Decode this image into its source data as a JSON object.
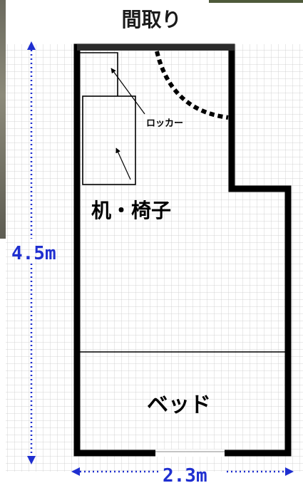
{
  "page": {
    "title": "間取り"
  },
  "labels": {
    "locker": "ロッカー",
    "desk_chair": "机・椅子",
    "bed": "ベッド"
  },
  "dimensions": {
    "height": "4.5m",
    "width": "2.3m"
  },
  "colors": {
    "wall": "#000000",
    "grid": "#c9c9c9",
    "dimension_line": "#1f2fd0"
  }
}
